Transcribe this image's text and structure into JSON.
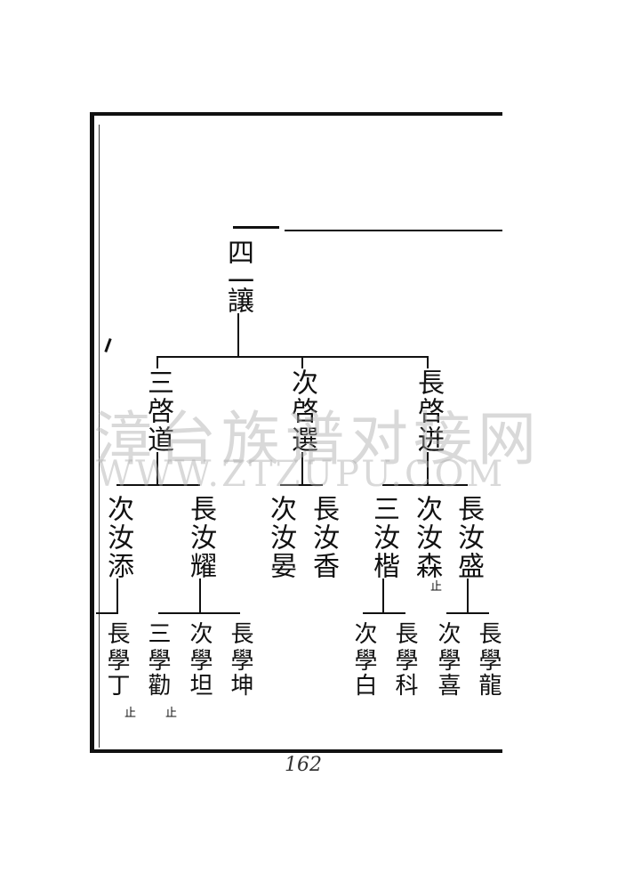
{
  "root": {
    "col1": "四一",
    "col2": "讓"
  },
  "gen1": [
    {
      "label": "三",
      "name": "啓道"
    },
    {
      "label": "次",
      "name": "啓選"
    },
    {
      "label": "長",
      "name": "啓迸"
    }
  ],
  "gen2": [
    {
      "label": "次",
      "name": "汝添"
    },
    {
      "label": "長",
      "name": "汝耀"
    },
    {
      "label": "次",
      "name": "汝晏"
    },
    {
      "label": "長",
      "name": "汝香"
    },
    {
      "label": "三",
      "name": "汝楷"
    },
    {
      "label": "次",
      "name": "汝森",
      "note": "止"
    },
    {
      "label": "長",
      "name": "汝盛"
    }
  ],
  "gen3": [
    {
      "label": "長",
      "name": "學丁",
      "note": "止"
    },
    {
      "label": "三",
      "name": "學勸",
      "note": "止"
    },
    {
      "label": "次",
      "name": "學坦"
    },
    {
      "label": "長",
      "name": "學坤"
    },
    {
      "label": "次",
      "name": "學白"
    },
    {
      "label": "長",
      "name": "學科"
    },
    {
      "label": "次",
      "name": "學喜"
    },
    {
      "label": "長",
      "name": "學龍"
    }
  ],
  "watermark": {
    "line1": "漳台族谱对接网",
    "line2": "WWW.ZTZUPU.COM"
  },
  "page_number": "162"
}
